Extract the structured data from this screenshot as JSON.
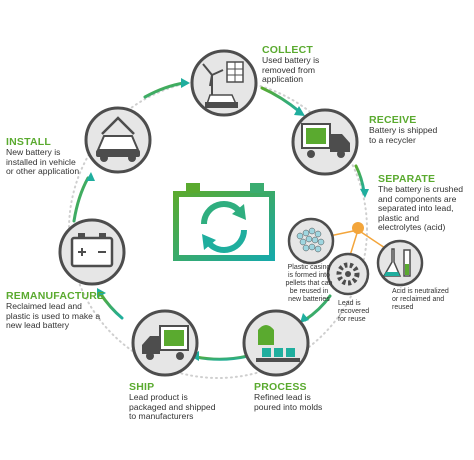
{
  "stages": {
    "collect": {
      "title": "COLLECT",
      "desc": [
        "Used battery is",
        "removed from",
        "application"
      ]
    },
    "receive": {
      "title": "RECEIVE",
      "desc": [
        "Battery is shipped",
        "to a recycler"
      ]
    },
    "separate": {
      "title": "SEPARATE",
      "desc": [
        "The battery is crushed",
        "and components are",
        "separated into lead,",
        "plastic and",
        "electrolytes (acid)"
      ]
    },
    "process": {
      "title": "PROCESS",
      "desc": [
        "Refined lead is",
        "poured into molds"
      ]
    },
    "ship": {
      "title": "SHIP",
      "desc": [
        "Lead product is",
        "packaged and shipped",
        "to manufacturers"
      ]
    },
    "remanufacture": {
      "title": "REMANUFACTURE",
      "desc": [
        "Reclaimed lead and",
        "plastic is used to make a",
        "new lead battery"
      ]
    },
    "install": {
      "title": "INSTALL",
      "desc": [
        "New battery is",
        "installed in vehicle",
        "or other application"
      ]
    }
  },
  "components": {
    "plastic": [
      "Plastic casing",
      "is formed into",
      "pellets that can",
      "be reused in",
      "new batteries"
    ],
    "lead": [
      "Lead is",
      "recovered",
      "for reuse"
    ],
    "acid": [
      "Acid is neutralized",
      "or reclaimed and",
      "reused"
    ]
  },
  "icons": {
    "center": "battery-recycle-icon",
    "collect": "wind-solar-car-icon",
    "receive": "truck-icon",
    "process": "factory-molds-icon",
    "ship": "truck-icon",
    "remanufacture": "battery-icon",
    "install": "car-hood-open-icon",
    "plastic": "pellets-icon",
    "lead": "gear-icon",
    "acid": "flask-icon"
  },
  "colors": {
    "green": "#5aaa2f",
    "teal": "#1fae9e",
    "dark": "#4d4d4d",
    "orange": "#f3a53b",
    "lightgray": "#e6e6e6"
  }
}
